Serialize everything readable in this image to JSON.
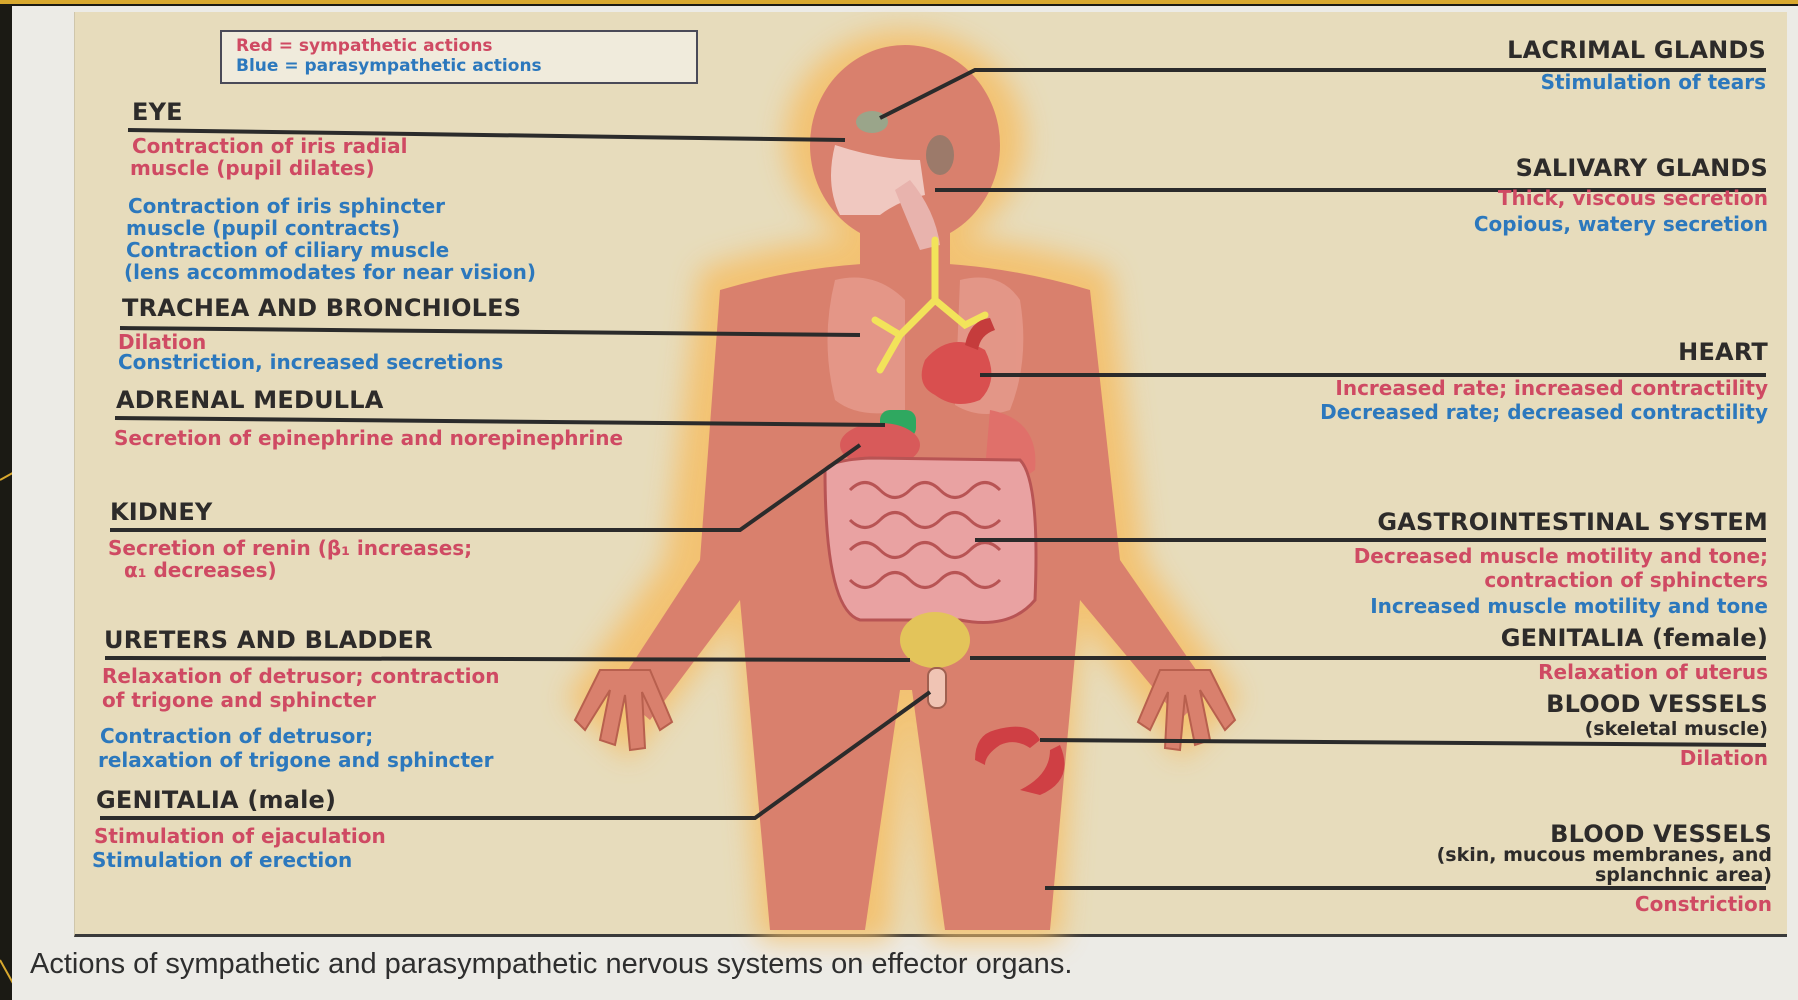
{
  "legend": {
    "red": "Red = sympathetic actions",
    "blue": "Blue = parasympathetic actions"
  },
  "organs": {
    "eye": {
      "title": "EYE",
      "red1": "Contraction of iris radial",
      "red2": "muscle (pupil dilates)",
      "blue1": "Contraction of iris sphincter",
      "blue2": "muscle (pupil contracts)",
      "blue3": "Contraction of ciliary muscle",
      "blue4": "(lens accommodates for near vision)"
    },
    "trachea": {
      "title": "TRACHEA AND BRONCHIOLES",
      "red1": "Dilation",
      "blue1": "Constriction, increased secretions"
    },
    "adrenal": {
      "title": "ADRENAL MEDULLA",
      "red1": "Secretion of epinephrine and norepinephrine"
    },
    "kidney": {
      "title": "KIDNEY",
      "red1": "Secretion of renin (β₁ increases;",
      "red2": "α₁ decreases)"
    },
    "ureters": {
      "title": "URETERS AND BLADDER",
      "red1": "Relaxation of detrusor; contraction",
      "red2": "of trigone and sphincter",
      "blue1": "Contraction of detrusor;",
      "blue2": "relaxation of trigone and sphincter"
    },
    "genitalia_male": {
      "title": "GENITALIA (male)",
      "red1": "Stimulation of ejaculation",
      "blue1": "Stimulation of erection"
    },
    "lacrimal": {
      "title": "LACRIMAL GLANDS",
      "blue1": "Stimulation of tears"
    },
    "salivary": {
      "title": "SALIVARY GLANDS",
      "red1": "Thick, viscous secretion",
      "blue1": "Copious, watery secretion"
    },
    "heart": {
      "title": "HEART",
      "red1": "Increased rate; increased contractility",
      "blue1": "Decreased rate; decreased contractility"
    },
    "gi": {
      "title": "GASTROINTESTINAL SYSTEM",
      "red1": "Decreased muscle motility and tone;",
      "red2": "contraction of sphincters",
      "blue1": "Increased muscle motility and tone"
    },
    "genitalia_female": {
      "title": "GENITALIA (female)",
      "red1": "Relaxation of uterus"
    },
    "vessels_skeletal": {
      "title": "BLOOD VESSELS",
      "sub": "(skeletal muscle)",
      "red1": "Dilation"
    },
    "vessels_skin": {
      "title": "BLOOD VESSELS",
      "sub1": "(skin, mucous membranes, and",
      "sub2": "splanchnic area)",
      "red1": "Constriction"
    }
  },
  "caption": "Actions of sympathetic and parasympathetic nervous systems on effector organs.",
  "colors": {
    "sympathetic": "#cf4a63",
    "parasympathetic": "#2c78bd",
    "body": "#d9806d",
    "halo": "#f4c06a",
    "frame": "#d8a82e"
  }
}
